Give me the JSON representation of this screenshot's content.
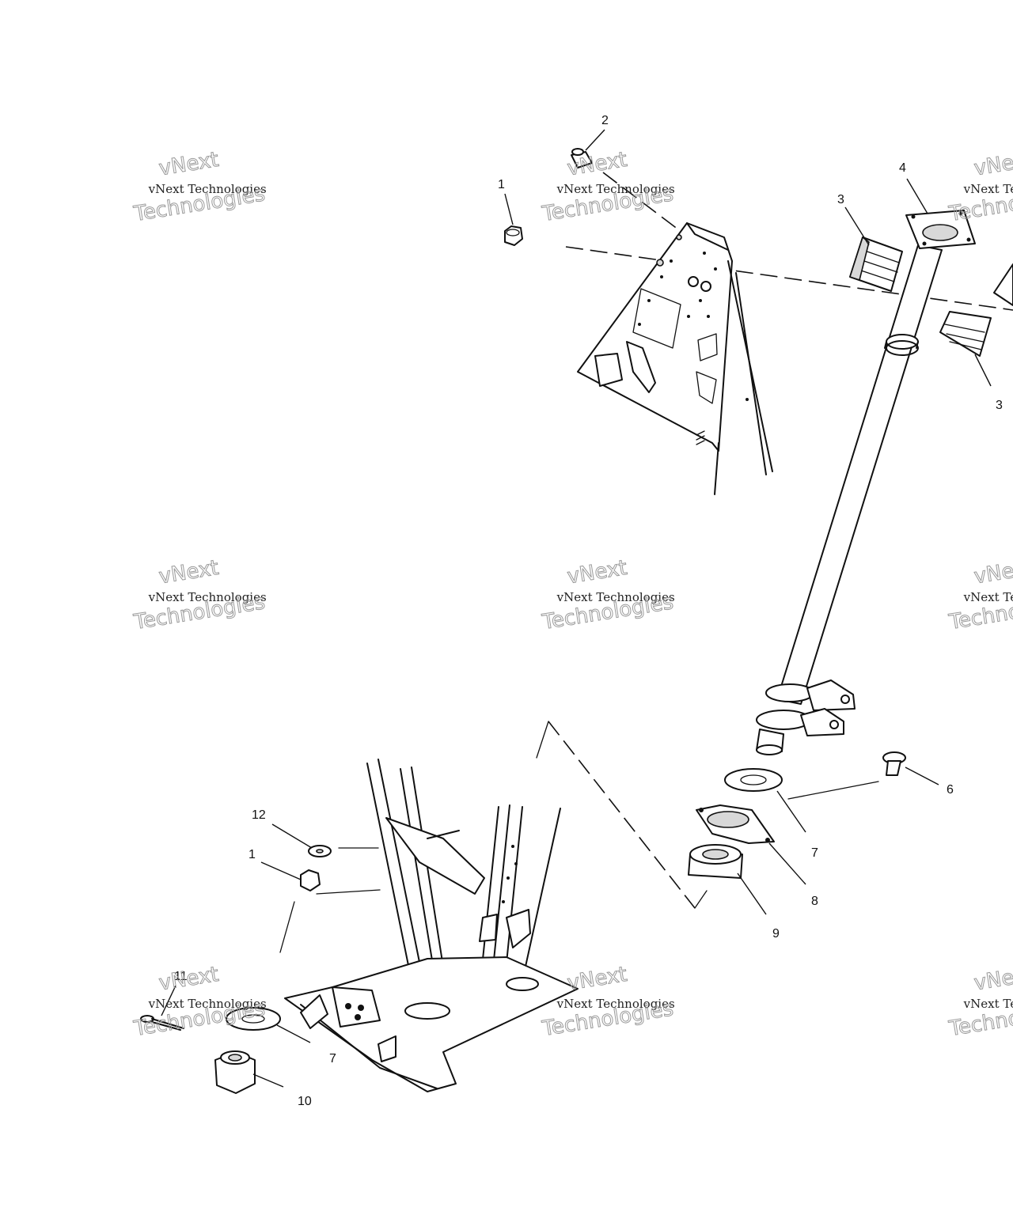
{
  "diagram": {
    "callouts": [
      {
        "id": "c1a",
        "text": "1"
      },
      {
        "id": "c2",
        "text": "2"
      },
      {
        "id": "c3a",
        "text": "3"
      },
      {
        "id": "c4",
        "text": "4"
      },
      {
        "id": "c3b",
        "text": "3"
      },
      {
        "id": "c6",
        "text": "6"
      },
      {
        "id": "c7a",
        "text": "7"
      },
      {
        "id": "c8",
        "text": "8"
      },
      {
        "id": "c9",
        "text": "9"
      },
      {
        "id": "c12",
        "text": "12"
      },
      {
        "id": "c1b",
        "text": "1"
      },
      {
        "id": "c11",
        "text": "11"
      },
      {
        "id": "c7b",
        "text": "7"
      },
      {
        "id": "c10",
        "text": "10"
      }
    ]
  },
  "watermark": {
    "brand": "vNext",
    "line1": "vNext Technologies",
    "line2": "Technologies"
  },
  "colors": {
    "line": "#111111",
    "watermark_outline": "#9a9a9a",
    "background": "#ffffff"
  }
}
